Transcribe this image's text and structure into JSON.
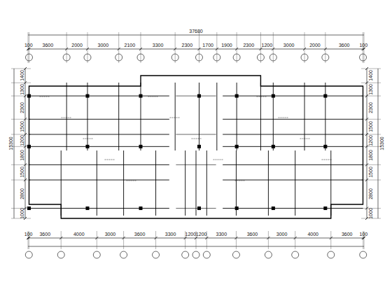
{
  "diagram": {
    "labels": [
      "37680",
      "100",
      "3600",
      "2000",
      "3000",
      "2100",
      "3300",
      "2300",
      "1700",
      "1900",
      "2300",
      "1200",
      "3000",
      "2000",
      "3600",
      "100",
      "100",
      "3600",
      "4000",
      "3000",
      "3600",
      "3300",
      "1200",
      "1200",
      "3300",
      "3600",
      "3000",
      "4000",
      "3600",
      "100",
      "1400",
      "1300",
      "2300",
      "1500",
      "1200",
      "1800",
      "1500",
      "2800",
      "1000",
      "15300",
      "1400",
      "1300",
      "2300",
      "1500",
      "1200",
      "1800",
      "1500",
      "2800",
      "1000",
      "15300"
    ]
  }
}
